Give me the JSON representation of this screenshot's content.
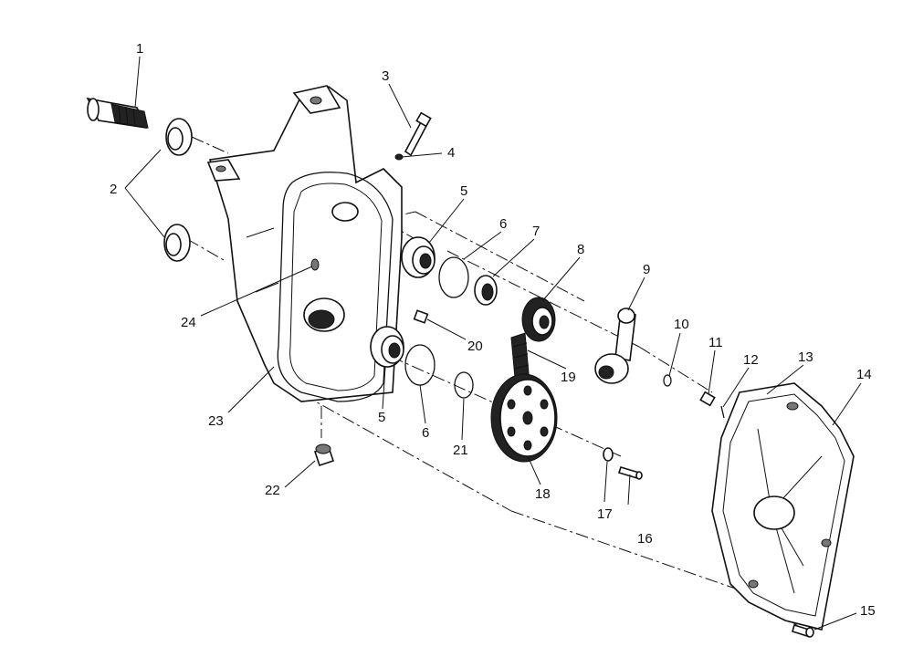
{
  "diagram": {
    "callouts": [
      {
        "id": "1",
        "text": "1"
      },
      {
        "id": "2",
        "text": "2"
      },
      {
        "id": "3",
        "text": "3"
      },
      {
        "id": "4",
        "text": "4"
      },
      {
        "id": "5a",
        "text": "5"
      },
      {
        "id": "6a",
        "text": "6"
      },
      {
        "id": "7",
        "text": "7"
      },
      {
        "id": "8",
        "text": "8"
      },
      {
        "id": "9",
        "text": "9"
      },
      {
        "id": "10",
        "text": "10"
      },
      {
        "id": "11",
        "text": "11"
      },
      {
        "id": "12",
        "text": "12"
      },
      {
        "id": "13",
        "text": "13"
      },
      {
        "id": "14",
        "text": "14"
      },
      {
        "id": "15",
        "text": "15"
      },
      {
        "id": "16",
        "text": "16"
      },
      {
        "id": "17",
        "text": "17"
      },
      {
        "id": "18",
        "text": "18"
      },
      {
        "id": "19",
        "text": "19"
      },
      {
        "id": "20",
        "text": "20"
      },
      {
        "id": "21",
        "text": "21"
      },
      {
        "id": "22",
        "text": "22"
      },
      {
        "id": "23",
        "text": "23"
      },
      {
        "id": "24",
        "text": "24"
      },
      {
        "id": "5b",
        "text": "5"
      },
      {
        "id": "6b",
        "text": "6"
      }
    ]
  }
}
